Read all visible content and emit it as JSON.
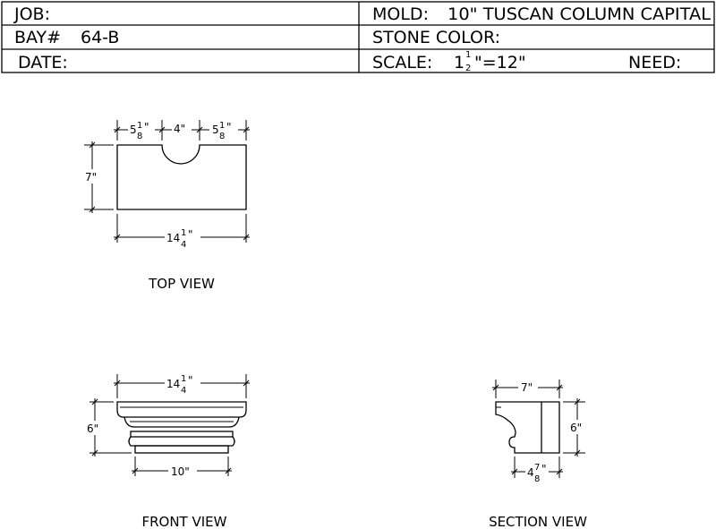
{
  "title_block": {
    "job_label": "JOB:",
    "bay_label": "BAY#",
    "bay_value": "64-B",
    "date_label": "DATE:",
    "mold_label": "MOLD:",
    "mold_value": "10\" TUSCAN COLUMN CAPITAL",
    "stone_color_label": "STONE COLOR:",
    "scale_label": "SCALE:",
    "scale_whole": "1",
    "scale_num": "1",
    "scale_den": "2",
    "scale_rest": "\"=12\"",
    "need_label": "NEED:"
  },
  "top_view": {
    "label": "TOP VIEW",
    "dim_left_whole": "5",
    "dim_left_num": "1",
    "dim_left_den": "8",
    "dim_left_unit": "\"",
    "dim_mid": "4\"",
    "dim_right_whole": "5",
    "dim_right_num": "1",
    "dim_right_den": "8",
    "dim_right_unit": "\"",
    "dim_height": "7\"",
    "dim_width_whole": "14",
    "dim_width_num": "1",
    "dim_width_den": "4",
    "dim_width_unit": "\""
  },
  "front_view": {
    "label": "FRONT VIEW",
    "dim_top_whole": "14",
    "dim_top_num": "1",
    "dim_top_den": "4",
    "dim_top_unit": "\"",
    "dim_height": "6\"",
    "dim_bottom": "10\""
  },
  "section_view": {
    "label": "SECTION VIEW",
    "dim_top": "7\"",
    "dim_height": "6\"",
    "dim_bottom_whole": "4",
    "dim_bottom_num": "7",
    "dim_bottom_den": "8",
    "dim_bottom_unit": "\""
  }
}
